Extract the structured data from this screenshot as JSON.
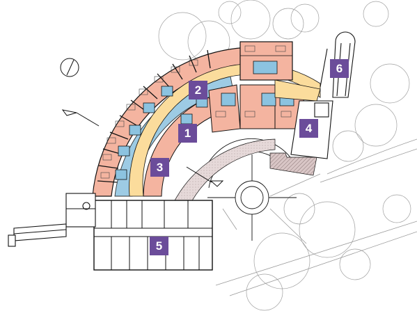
{
  "colors": {
    "label_badge": "#6b4c9a",
    "rooms": "#f4b4a0",
    "bathrooms": "#8cc3e0",
    "corridor": "#fbdc9c",
    "courtyard_paving": "#e3d6d6",
    "lines": "#111111",
    "trees": "#9a9a9a"
  },
  "zone_labels": [
    {
      "id": "1",
      "text": "1"
    },
    {
      "id": "2",
      "text": "2"
    },
    {
      "id": "3",
      "text": "3"
    },
    {
      "id": "4",
      "text": "4"
    },
    {
      "id": "5",
      "text": "5"
    },
    {
      "id": "6",
      "text": "6"
    }
  ],
  "icons": {
    "north_arrow": "north-arrow-icon",
    "section_markers": "section-marker-icon"
  }
}
